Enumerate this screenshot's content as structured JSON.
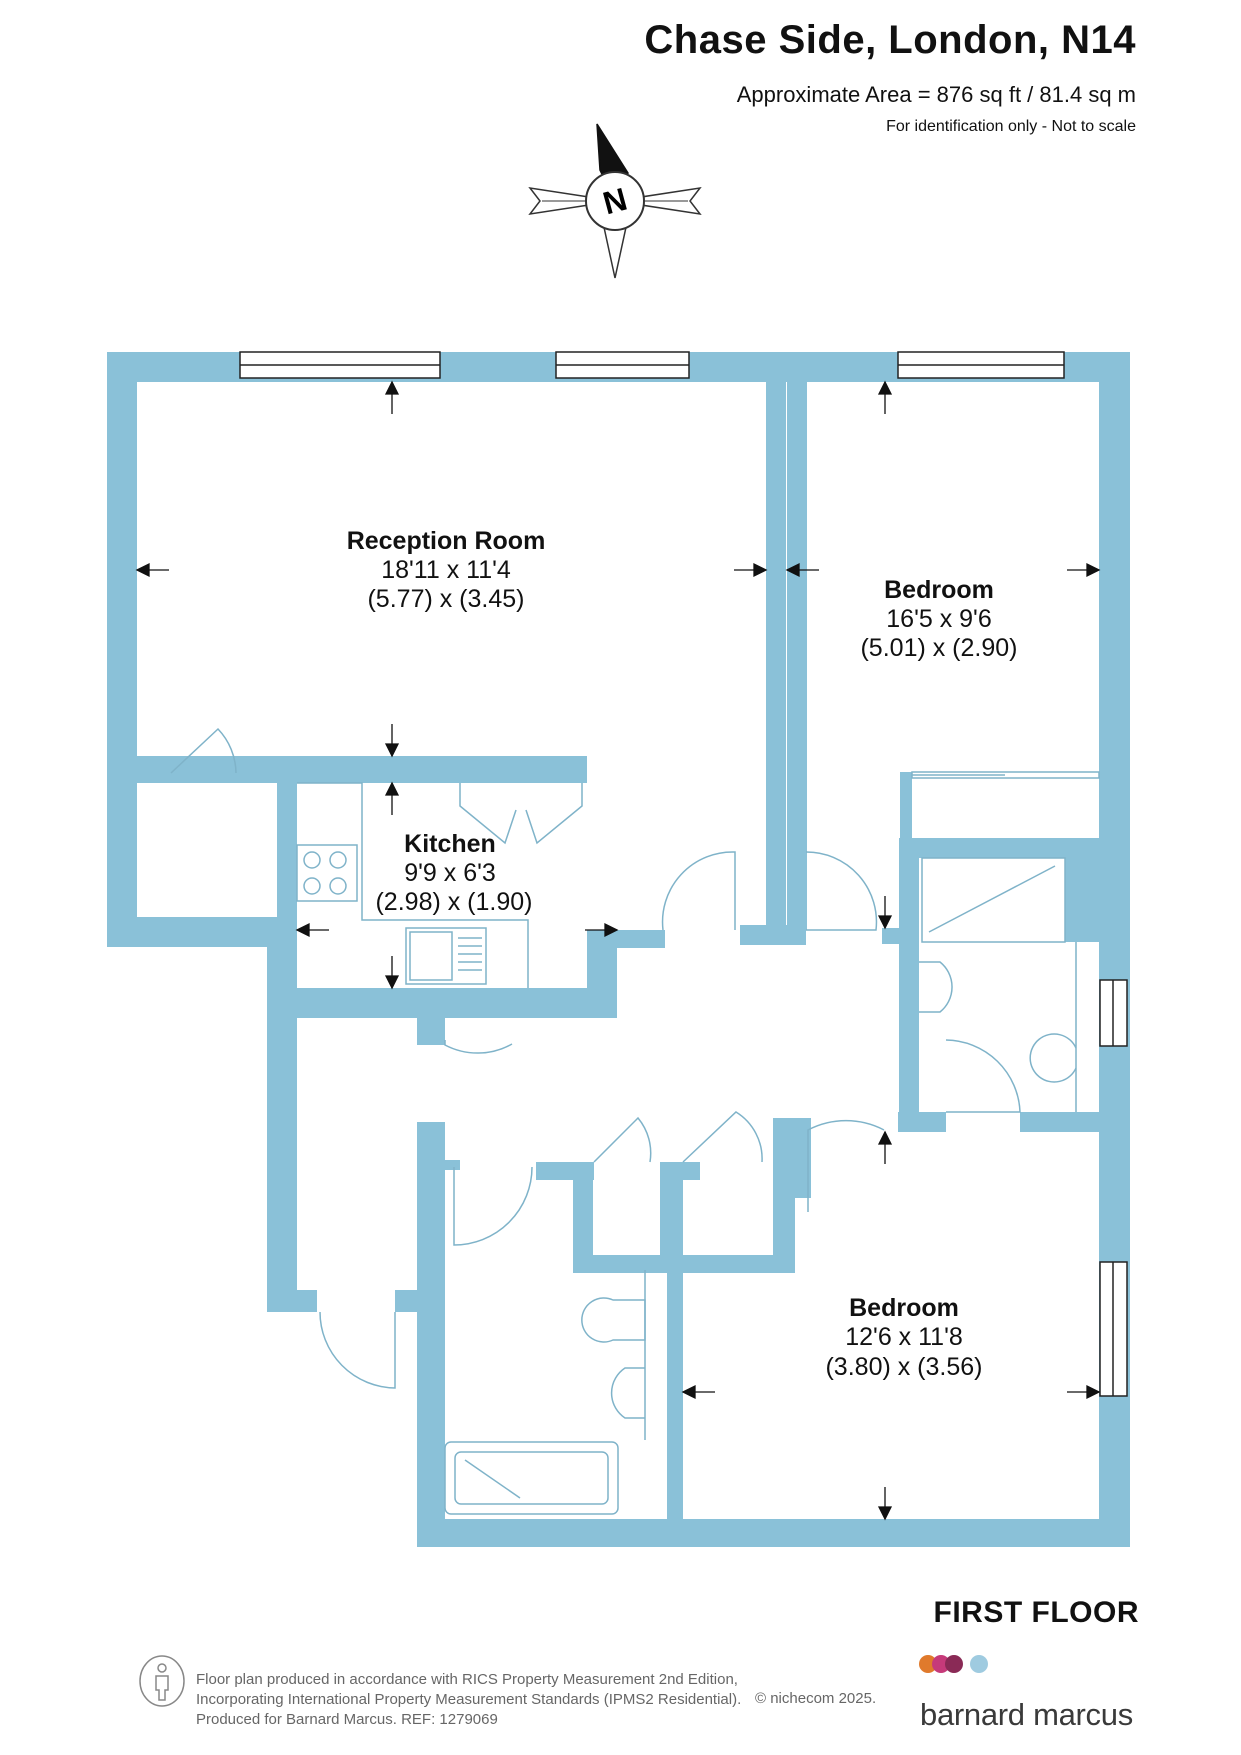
{
  "header": {
    "title": "Chase Side, London, N14",
    "area": "Approximate Area = 876 sq ft / 81.4 sq m",
    "note": "For identification only - Not to scale"
  },
  "compass": {
    "letter": "N",
    "icon": "compass-rose-icon"
  },
  "rooms": {
    "reception": {
      "name": "Reception Room",
      "imperial": "18'11 x 11'4",
      "metric": "(5.77) x (3.45)"
    },
    "bedroom1": {
      "name": "Bedroom",
      "imperial": "16'5 x 9'6",
      "metric": "(5.01) x (2.90)"
    },
    "kitchen": {
      "name": "Kitchen",
      "imperial": "9'9 x 6'3",
      "metric": "(2.98) x (1.90)"
    },
    "bedroom2": {
      "name": "Bedroom",
      "imperial": "12'6 x 11'8",
      "metric": "(3.80) x (3.56)"
    }
  },
  "floor_label": "FIRST FLOOR",
  "footer": {
    "line1": "Floor plan produced in accordance with RICS Property Measurement 2nd Edition,",
    "line2": "Incorporating International Property Measurement Standards (IPMS2 Residential).",
    "line3": "Produced for Barnard Marcus.   REF:  1279069",
    "copyright": "© nichecom 2025.",
    "icon": "ipms-person-icon"
  },
  "brand": {
    "name": "barnard marcus",
    "dot_colors": [
      "#e07a2c",
      "#c63a7a",
      "#8a2a56",
      "#9fcbe0"
    ]
  },
  "colors": {
    "wall": "#8ac1d8",
    "fixture_line": "#7fb3c9"
  }
}
